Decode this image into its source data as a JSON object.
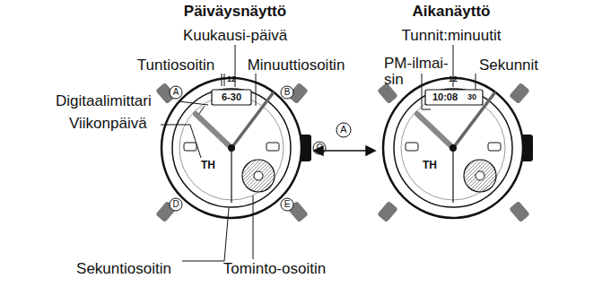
{
  "diagram": {
    "labels": [
      "Päiväysnäyttö",
      "Kuukausi-päivä",
      "Tuntiosoitin",
      "Minuuttiosoitin",
      "Digitaalimittari",
      "Viikonpäivä",
      "Sekuntiosoitin",
      "Tominto-osoitin",
      "Aikanäyttö",
      "Tunnit:minuutit",
      "PM-ilmai- sin",
      "Sekunnit",
      "A",
      "B",
      "C",
      "D",
      "E",
      "12",
      "6-30",
      "TH",
      "A",
      "12",
      "10:08",
      "30",
      "TH"
    ]
  }
}
